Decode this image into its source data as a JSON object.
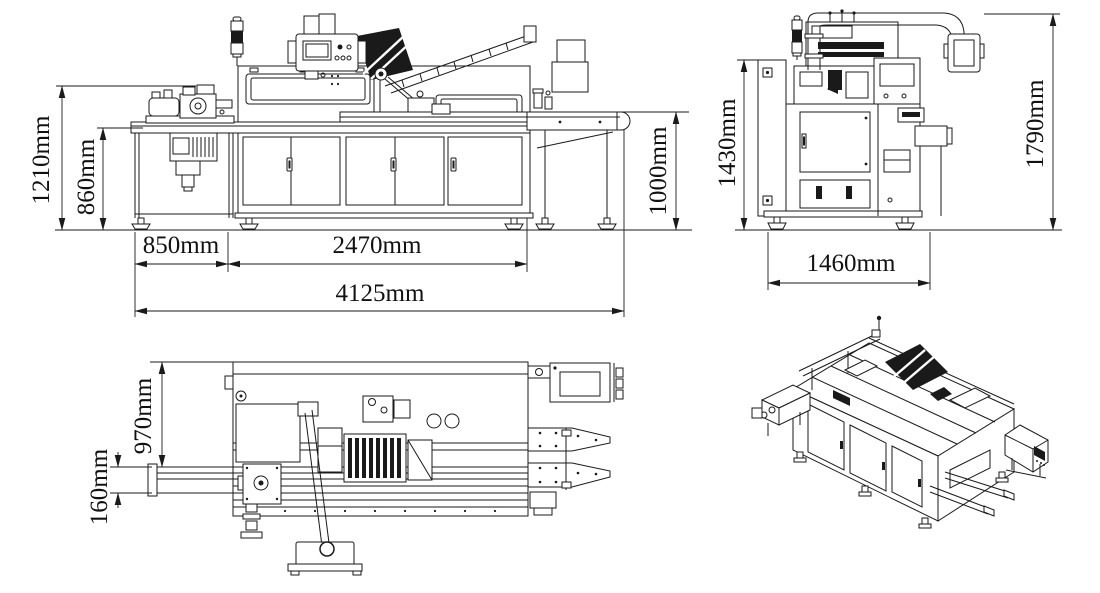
{
  "colors": {
    "ink": "#1a1a1a",
    "background": "#ffffff"
  },
  "drawing": {
    "front_view": {
      "overall_height": "1210mm",
      "table_height": "860mm",
      "infeed_length": "850mm",
      "cabinet_length": "2470mm",
      "overall_length": "4125mm",
      "outfeed_height": "1000mm"
    },
    "end_view": {
      "frame_height": "1430mm",
      "overall_height": "1790mm",
      "overall_width": "1460mm"
    },
    "plan_view": {
      "bed_depth": "970mm",
      "infeed_width": "160mm"
    }
  }
}
